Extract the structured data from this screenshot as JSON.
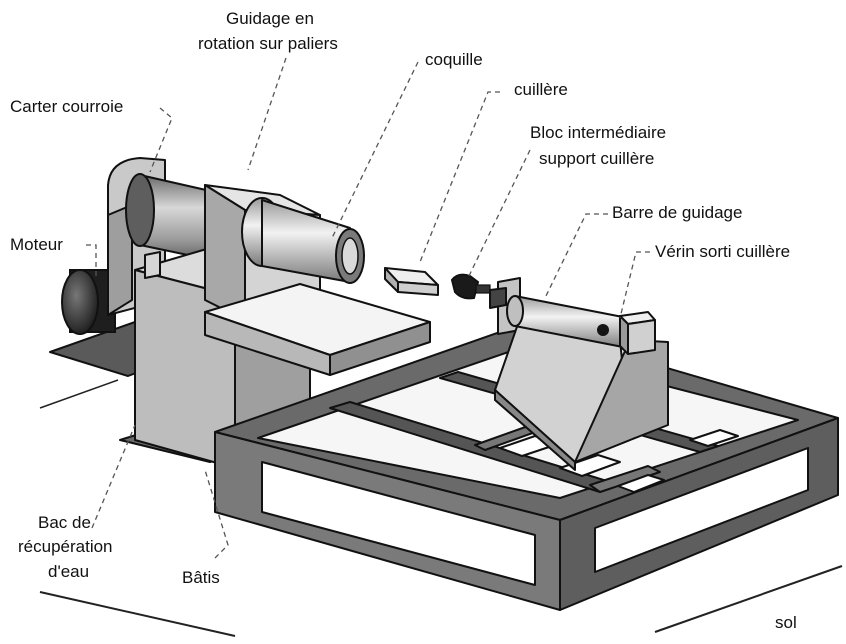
{
  "labels": {
    "guidage_line1": "Guidage en",
    "guidage_line2": "rotation sur paliers",
    "coquille": "coquille",
    "cuillere": "cuillère",
    "bloc_line1": "Bloc intermédiaire",
    "bloc_line2": "support cuillère",
    "carter": "Carter courroie",
    "barre": "Barre de guidage",
    "moteur": "Moteur",
    "verin": "Vérin sorti cuillère",
    "bac_line1": "Bac de",
    "bac_line2": "récupération",
    "bac_line3": "d'eau",
    "batis": "Bâtis",
    "sol": "sol"
  }
}
